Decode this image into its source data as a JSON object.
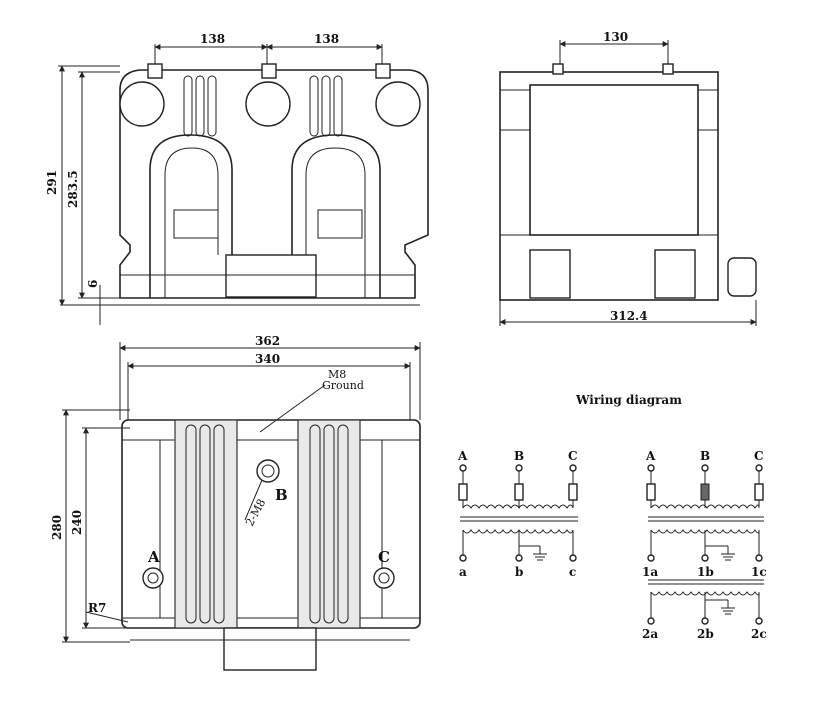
{
  "front_view": {
    "dim_left": "138",
    "dim_right": "138",
    "dim_height_total": "291",
    "dim_height_inner": "283.5",
    "dim_base": "6"
  },
  "side_view": {
    "dim_top": "130",
    "dim_width": "312.4"
  },
  "top_view": {
    "dim_outer": "362",
    "dim_inner": "340",
    "dim_height_outer": "280",
    "dim_height_inner": "240",
    "ground_label_line1": "M8",
    "ground_label_line2": "Ground",
    "bolt_label": "2-M8",
    "radius_label": "R7",
    "terminal_a": "A",
    "terminal_b": "B",
    "terminal_c": "C"
  },
  "wiring": {
    "title": "Wiring diagram",
    "left": {
      "primary": [
        "A",
        "B",
        "C"
      ],
      "secondary": [
        "a",
        "b",
        "c"
      ]
    },
    "right": {
      "primary": [
        "A",
        "B",
        "C"
      ],
      "secondary1": [
        "1a",
        "1b",
        "1c"
      ],
      "secondary2": [
        "2a",
        "2b",
        "2c"
      ]
    }
  }
}
